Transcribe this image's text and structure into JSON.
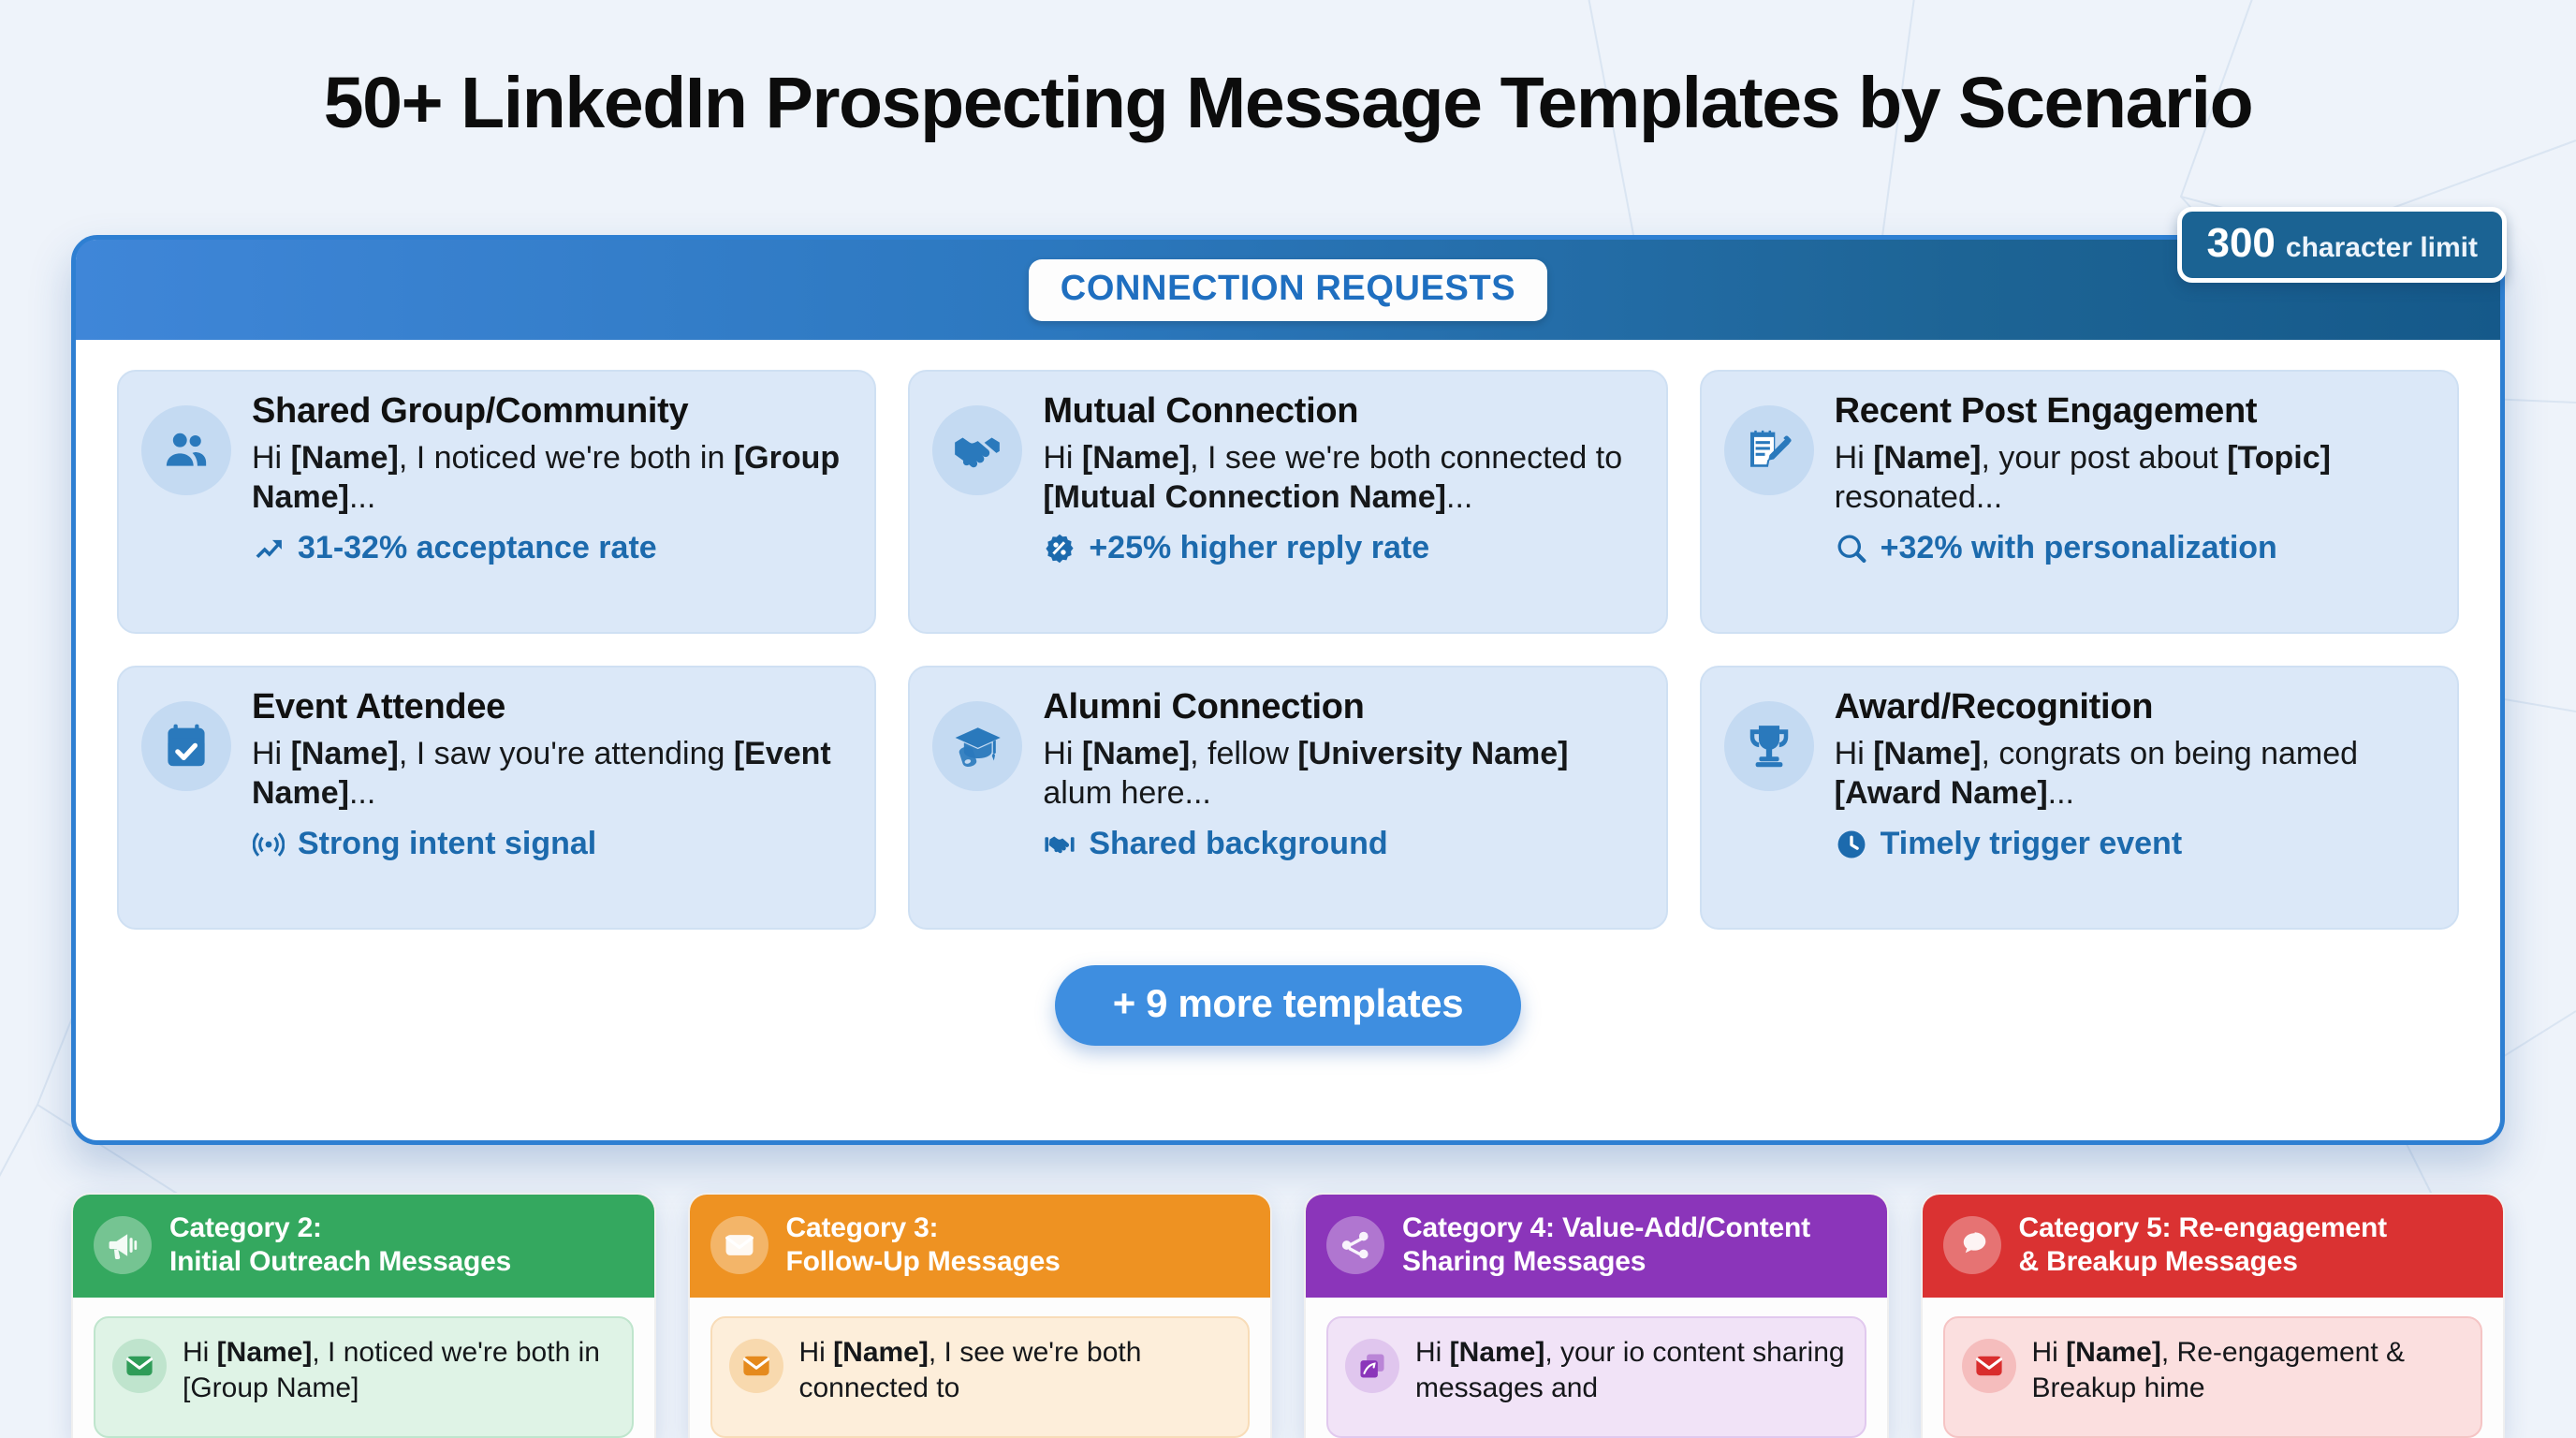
{
  "page": {
    "title": "50+ LinkedIn Prospecting Message Templates by Scenario",
    "background_color": "#eef3fa"
  },
  "main_panel": {
    "header_label": "CONNECTION REQUESTS",
    "accent_color": "#2e7fd2",
    "badge": {
      "number": "300",
      "label": "character limit",
      "color": "#1b6393"
    },
    "more_button": {
      "label": "+ 9 more templates",
      "color": "#3e8ee0"
    },
    "templates": [
      {
        "icon": "people-group-icon",
        "title": "Shared Group/Community",
        "snippet_prefix": "Hi ",
        "snippet_bold1": "[Name]",
        "snippet_mid": ", I noticed we're both in ",
        "snippet_bold2": "[Group Name]",
        "snippet_suffix": "...",
        "stat_icon": "trend-up-icon",
        "stat": "31-32% acceptance rate"
      },
      {
        "icon": "handshake-icon",
        "title": "Mutual Connection",
        "snippet_prefix": "Hi ",
        "snippet_bold1": "[Name]",
        "snippet_mid": ", I see we're both connected to ",
        "snippet_bold2": "[Mutual Connection Name]",
        "snippet_suffix": "...",
        "stat_icon": "percent-badge-icon",
        "stat": "+25% higher reply rate"
      },
      {
        "icon": "notepad-pencil-icon",
        "title": "Recent Post Engagement",
        "snippet_prefix": "Hi ",
        "snippet_bold1": "[Name]",
        "snippet_mid": ", your post about ",
        "snippet_bold2": "[Topic]",
        "snippet_suffix": " resonated...",
        "stat_icon": "magnifier-icon",
        "stat": "+32% with personalization"
      },
      {
        "icon": "calendar-check-icon",
        "title": "Event Attendee",
        "snippet_prefix": "Hi ",
        "snippet_bold1": "[Name]",
        "snippet_mid": ", I saw you're attending ",
        "snippet_bold2": "[Event Name]",
        "snippet_suffix": "...",
        "stat_icon": "broadcast-signal-icon",
        "stat": "Strong intent signal"
      },
      {
        "icon": "graduation-cap-icon",
        "title": "Alumni Connection",
        "snippet_prefix": "Hi ",
        "snippet_bold1": "[Name]",
        "snippet_mid": ", fellow ",
        "snippet_bold2": "[University Name]",
        "snippet_suffix": " alum here...",
        "stat_icon": "handshake-small-icon",
        "stat": "Shared background"
      },
      {
        "icon": "trophy-icon",
        "title": "Award/Recognition",
        "snippet_prefix": "Hi ",
        "snippet_bold1": "[Name]",
        "snippet_mid": ", congrats on being named ",
        "snippet_bold2": "[Award Name]",
        "snippet_suffix": "...",
        "stat_icon": "clock-icon",
        "stat": "Timely trigger event"
      }
    ]
  },
  "categories": [
    {
      "icon": "megaphone-icon",
      "line1": "Category 2:",
      "line2": "Initial Outreach Messages",
      "color": "#34a85f",
      "msg_icon": "envelope-icon",
      "msg_prefix": "Hi ",
      "msg_bold": "[Name]",
      "msg_suffix": ", I noticed we're both in [Group Name]"
    },
    {
      "icon": "envelope-icon",
      "line1": "Category 3:",
      "line2": "Follow-Up Messages",
      "color": "#ee9222",
      "msg_icon": "envelope-icon",
      "msg_prefix": "Hi ",
      "msg_bold": "[Name]",
      "msg_suffix": ", I see we're both connected to"
    },
    {
      "icon": "share-nodes-icon",
      "line1": "Category 4: Value-Add/Content",
      "line2": "Sharing Messages",
      "color": "#8b35ba",
      "msg_icon": "content-share-icon",
      "msg_prefix": "Hi ",
      "msg_bold": "[Name]",
      "msg_suffix": ", your io content sharing messages and"
    },
    {
      "icon": "chat-bubbles-icon",
      "line1": "Category 5: Re-engagement",
      "line2": "& Breakup Messages",
      "color": "#da3232",
      "msg_icon": "envelope-icon",
      "msg_prefix": "Hi ",
      "msg_bold": "[Name]",
      "msg_suffix": ", Re-engagement & Breakup hime"
    }
  ]
}
